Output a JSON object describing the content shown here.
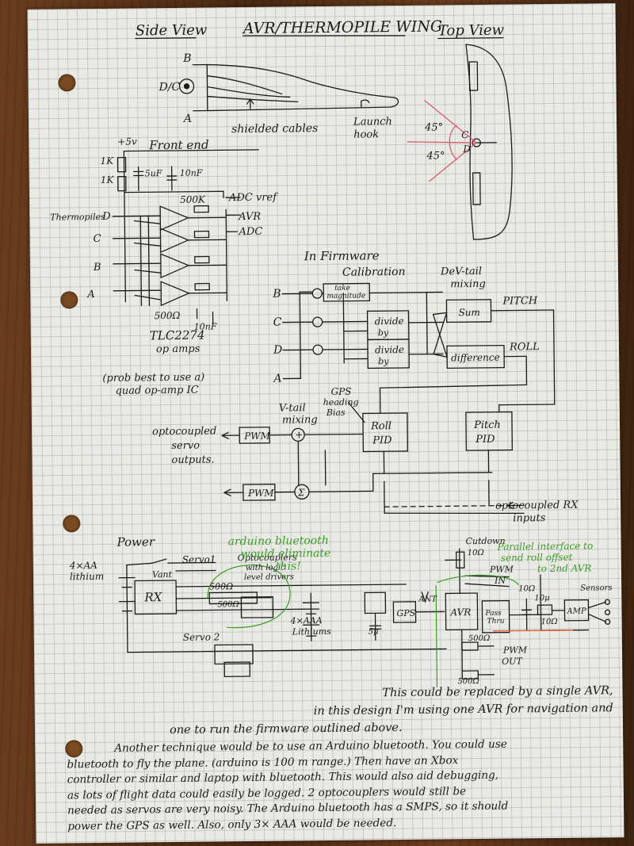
{
  "title": "AVR/THERMOPILE WING",
  "side_view": {
    "heading": "Side View",
    "label_b": "B",
    "label_dc": "D/C",
    "label_a": "A",
    "label_cables": "shielded cables",
    "label_hook_1": "Launch",
    "label_hook_2": "hook"
  },
  "top_view": {
    "heading": "Top View",
    "angle_1": "45°",
    "angle_2": "45°",
    "label_c": "C",
    "label_d": "D"
  },
  "front_end": {
    "heading": "Front end",
    "supply": "+5v",
    "r1": "1K",
    "r2": "1K",
    "c1": "5uF",
    "c2": "10nF",
    "r_gain": "500K",
    "adc_vref": "ADC vref",
    "avr": "AVR",
    "adc": "ADC",
    "thermopiles": "Thermopiles",
    "in_d": "D",
    "in_c": "C",
    "in_b": "B",
    "in_a": "A",
    "r_in": "500Ω",
    "c_out": "10nF",
    "opamp_part": "TLC2274",
    "opamp_desc": "op amps",
    "note_1": "(prob best to use a)",
    "note_2": "quad op-amp IC"
  },
  "firmware": {
    "heading": "In Firmware",
    "calibration": "Calibration",
    "take_magnitude_1": "take",
    "take_magnitude_2": "magnitude",
    "divide_by_1": "divide",
    "divide_by_2": "by",
    "delta_mix_1": "DeV-tail",
    "delta_mix_2": "mixing",
    "sum": "Sum",
    "difference": "difference",
    "pitch": "PITCH",
    "roll": "ROLL",
    "in_b": "B",
    "in_c": "C",
    "in_d": "D",
    "in_a": "A",
    "gps_1": "GPS",
    "gps_2": "heading",
    "gps_3": "Bias",
    "vtail_1": "V-tail",
    "vtail_2": "mixing",
    "roll_pid_1": "Roll",
    "roll_pid_2": "PID",
    "pitch_pid_1": "Pitch",
    "pitch_pid_2": "PID",
    "pwm_1": "PWM",
    "pwm_2": "PWM",
    "servo_1": "optocoupled",
    "servo_2": "servo",
    "servo_3": "outputs.",
    "rx_in_1": "optocoupled RX",
    "rx_in_2": "inputs",
    "plus": "+",
    "sigma": "Σ"
  },
  "power": {
    "heading": "Power",
    "battery_1": "4×AA",
    "battery_2": "lithium",
    "rx": "RX",
    "vant": "Vant",
    "servo1": "Servo1",
    "servo2": "Servo 2",
    "r500a": "500Ω",
    "r500b": "500Ω",
    "optocouplers_1": "Optocouplers",
    "optocouplers_2": "with logic",
    "optocouplers_3": "level drivers",
    "green_note_1": "arduino bluetooth",
    "green_note_2": "would eliminate",
    "green_note_3": "this!",
    "battery2_1": "4×AAA",
    "battery2_2": "Lithiums",
    "c5u": "5μ",
    "gps": "GPS",
    "ant": "ANT",
    "avr": "AVR",
    "cutdown": "Cutdown",
    "r10a": "10Ω",
    "parallel_1": "Parallel interface to",
    "parallel_2": "send roll offset",
    "parallel_3": "to 2nd AVR",
    "pwm_in_1": "PWM",
    "pwm_in_2": "IN",
    "r10b": "10Ω",
    "pass_1": "Pass",
    "pass_2": "Thru",
    "c10u": "10μ",
    "r10c": "10Ω",
    "amp": "AMP",
    "sensors": "Sensors",
    "r500c": "500Ω",
    "pwm_out_1": "PWM",
    "pwm_out_2": "OUT",
    "r500d": "500Ω"
  },
  "note_avr": [
    "This could be replaced by a single AVR,",
    "in this design I'm using one AVR for navigation and",
    "one to run the firmware outlined above."
  ],
  "note_arduino": [
    "Another technique would be to use an Arduino bluetooth. You could use",
    "bluetooth to fly the plane. (arduino is 100 m range.) Then have an Xbox",
    "controller or similar and laptop with bluetooth. This would also aid debugging,",
    "as lots of flight data could easily be logged. 2 optocouplers would still be",
    "needed as servos are very noisy. The Arduino bluetooth has a SMPS, so it should",
    "power the GPS as well. Also, only 3× AAA would be needed."
  ]
}
